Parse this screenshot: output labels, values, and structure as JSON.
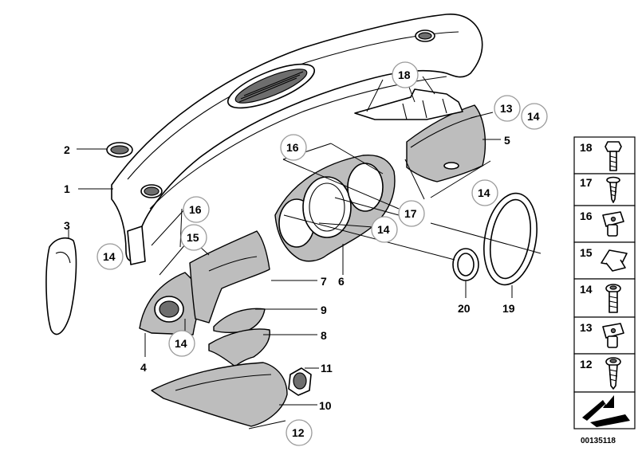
{
  "callouts": {
    "c1": "1",
    "c2": "2",
    "c3": "3",
    "c4": "4",
    "c5": "5",
    "c6": "6",
    "c7": "7",
    "c8": "8",
    "c9": "9",
    "c10": "10",
    "c11": "11",
    "c12": "12",
    "c13": "13",
    "c14a": "14",
    "c14b": "14",
    "c14c": "14",
    "c14d": "14",
    "c14e": "14",
    "c15": "15",
    "c16a": "16",
    "c16b": "16",
    "c17": "17",
    "c18": "18",
    "c19": "19",
    "c20": "20"
  },
  "legend": {
    "items": [
      "18",
      "17",
      "16",
      "15",
      "14",
      "13",
      "12"
    ]
  },
  "document_id": "00135118"
}
